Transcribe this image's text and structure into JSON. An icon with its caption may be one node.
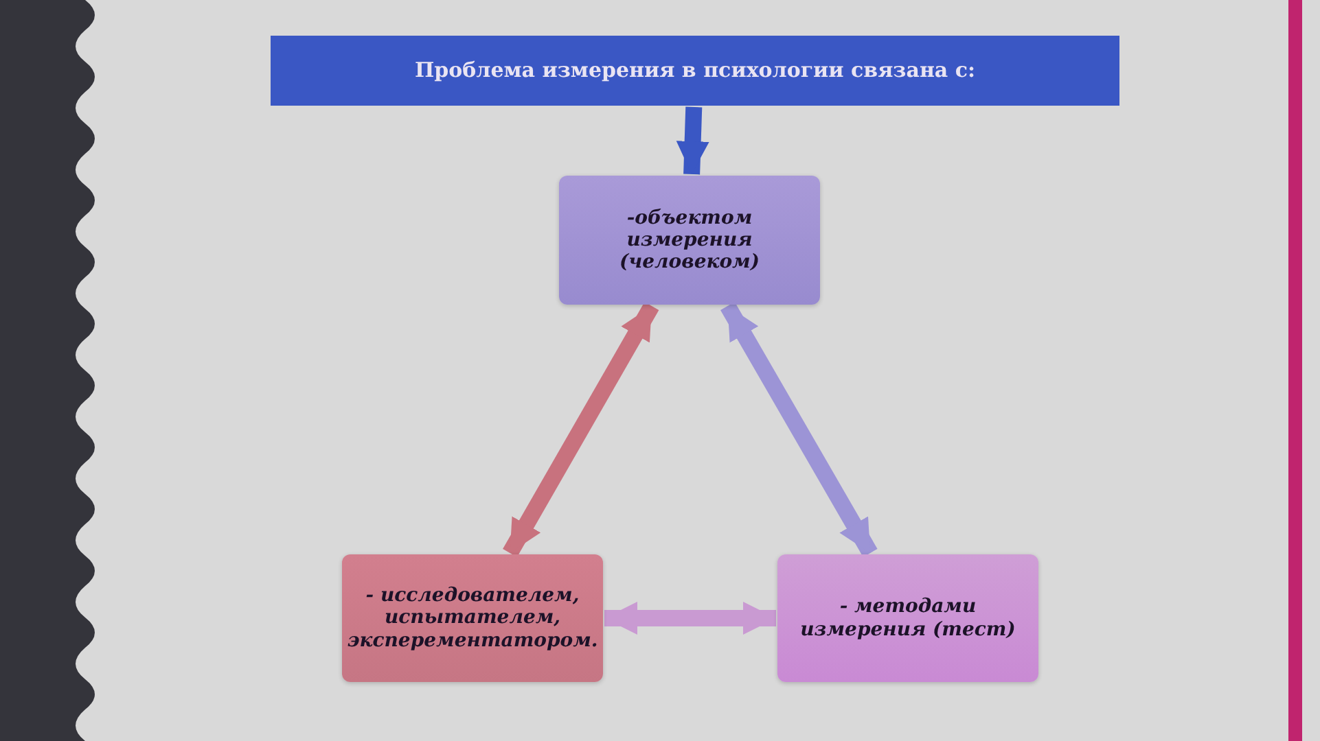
{
  "diagram": {
    "nodes": [
      {
        "text": [
          "Проблема измерения в психологии связана с:"
        ]
      },
      {
        "text": [
          "-объектом измерения (человеком)"
        ]
      },
      {
        "text": [
          "- исследователем, испытателем, эксперементатором."
        ]
      },
      {
        "text": [
          "- методами измерения (тест)"
        ]
      }
    ],
    "edges": [
      {
        "from": 0,
        "to": 1,
        "arrow": "to",
        "color": "#3a57c4"
      },
      {
        "from": 1,
        "to": 2,
        "arrow": "both",
        "color": "#c8727e"
      },
      {
        "from": 1,
        "to": 3,
        "arrow": "both",
        "color": "#9c94d6"
      },
      {
        "from": 2,
        "to": 3,
        "arrow": "both",
        "color": "#c99ad2"
      }
    ]
  }
}
